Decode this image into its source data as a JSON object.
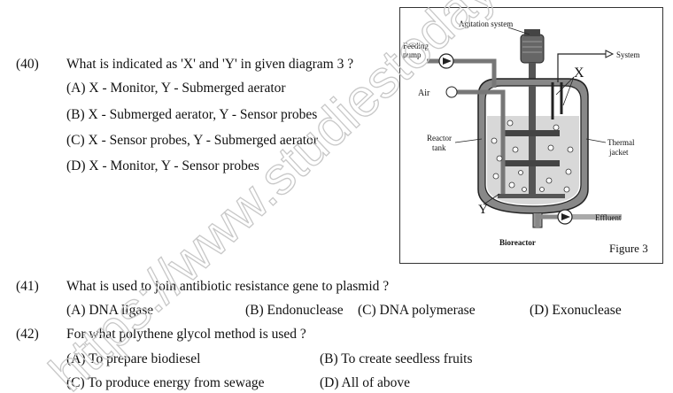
{
  "questions": [
    {
      "number": "(40)",
      "text": "What is indicated as 'X' and 'Y' in given diagram 3 ?",
      "options": [
        "(A) X - Monitor, Y - Submerged aerator",
        "(B) X - Submerged aerator, Y - Sensor probes",
        "(C) X - Sensor probes, Y - Submerged aerator",
        "(D) X - Monitor, Y - Sensor probes"
      ]
    },
    {
      "number": "(41)",
      "text": "What is used to join antibiotic resistance gene to plasmid ?",
      "options": [
        "(A) DNA ligase",
        "(B) Endonuclease",
        "(C) DNA polymerase",
        "(D) Exonuclease"
      ]
    },
    {
      "number": "(42)",
      "text": "For what polythene glycol method is used ?",
      "options": [
        "(A) To prepare biodiesel",
        "(B) To create seedless fruits",
        "(C) To produce energy from sewage",
        "(D) All of above"
      ]
    }
  ],
  "figure": {
    "caption": "Figure 3",
    "title": "Bioreactor",
    "labels": {
      "agitation": "Agitation system",
      "feeding1": "Feeding",
      "feeding2": "pump",
      "system": "System",
      "x": "X",
      "air": "Air",
      "reactor1": "Reactor",
      "reactor2": "tank",
      "thermal1": "Thermal",
      "thermal2": "jacket",
      "y": "Y",
      "effluent": "Effluent"
    }
  },
  "watermark": "https://www.studiestoday.com"
}
